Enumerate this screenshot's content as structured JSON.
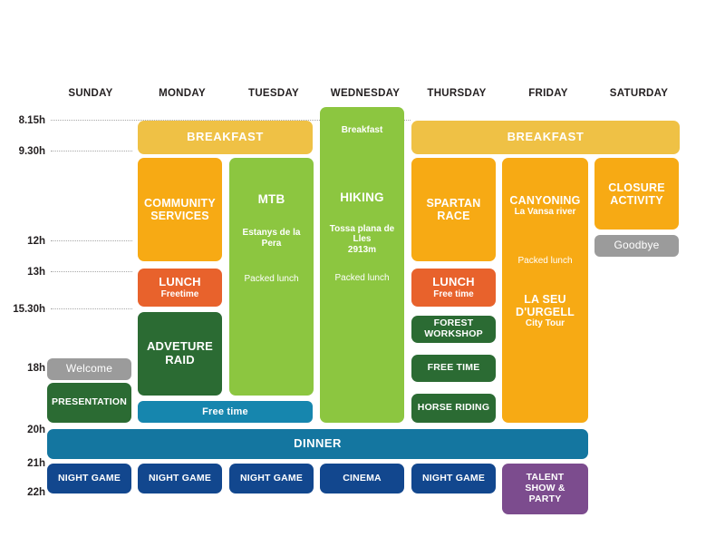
{
  "meta": {
    "title": "Weekly Activity Schedule",
    "type": "timetable"
  },
  "colors": {
    "breakfast": "#EFC145",
    "orange": "#F7AA14",
    "lunch": "#E8622C",
    "light_green": "#8CC640",
    "dark_green": "#2B6B33",
    "grey": "#9B9B9B",
    "teal": "#1686AE",
    "dinner_blue": "#1476A0",
    "night_blue": "#12478E",
    "purple": "#7C4C8E",
    "text_dark": "#231F20",
    "leader_line": "#A8A8A8"
  },
  "days": [
    {
      "id": "sunday",
      "label": "SUNDAY"
    },
    {
      "id": "monday",
      "label": "MONDAY"
    },
    {
      "id": "tuesday",
      "label": "TUESDAY"
    },
    {
      "id": "wednesday",
      "label": "WEDNESDAY"
    },
    {
      "id": "thursday",
      "label": "THURSDAY"
    },
    {
      "id": "friday",
      "label": "FRIDAY"
    },
    {
      "id": "saturday",
      "label": "SATURDAY"
    }
  ],
  "times": [
    {
      "id": "t0815",
      "label": "8.15h"
    },
    {
      "id": "t0930",
      "label": "9.30h"
    },
    {
      "id": "t1200",
      "label": "12h"
    },
    {
      "id": "t1300",
      "label": "13h"
    },
    {
      "id": "t1530",
      "label": "15.30h"
    },
    {
      "id": "t1800",
      "label": "18h"
    },
    {
      "id": "t2000",
      "label": "20h"
    },
    {
      "id": "t2100",
      "label": "21h"
    },
    {
      "id": "t2200",
      "label": "22h"
    }
  ],
  "blocks": {
    "breakfast_left": {
      "title": "BREAKFAST"
    },
    "breakfast_right": {
      "title": "BREAKFAST"
    },
    "wed_breakfast": {
      "title": "Breakfast"
    },
    "mon_community": {
      "title": "COMMUNITY SERVICES"
    },
    "mon_lunch": {
      "title": "LUNCH",
      "sub": "Freetime"
    },
    "mon_adventure": {
      "title": "ADVETURE RAID"
    },
    "tue_mtb": {
      "title": "MTB",
      "sub": "Estanys de la Pera",
      "note": "Packed lunch"
    },
    "wed_hiking": {
      "title": "HIKING",
      "sub": "Tossa plana de Lles",
      "sub2": "2913m",
      "note": "Packed lunch"
    },
    "thu_spartan": {
      "title": "SPARTAN RACE"
    },
    "thu_lunch": {
      "title": "LUNCH",
      "sub": "Free time"
    },
    "thu_forest": {
      "title": "FOREST WORKSHOP"
    },
    "thu_freetime": {
      "title": "FREE TIME"
    },
    "thu_horse": {
      "title": "HORSE RIDING"
    },
    "fri_canyoning": {
      "title": "CANYONING",
      "sub": "La Vansa river",
      "note": "Packed lunch",
      "title2": "LA SEU D'URGELL",
      "sub2": "City Tour"
    },
    "sat_closure": {
      "title": "CLOSURE ACTIVITY"
    },
    "sat_goodbye": {
      "title": "Goodbye"
    },
    "sun_welcome": {
      "title": "Welcome"
    },
    "sun_presentation": {
      "title": "PRESENTATION"
    },
    "free_time_bar": {
      "title": "Free time"
    },
    "dinner": {
      "title": "DINNER"
    },
    "night_sun": {
      "title": "NIGHT GAME"
    },
    "night_mon": {
      "title": "NIGHT GAME"
    },
    "night_tue": {
      "title": "NIGHT GAME"
    },
    "night_wed": {
      "title": "CINEMA"
    },
    "night_thu": {
      "title": "NIGHT GAME"
    },
    "night_fri": {
      "title": "TALENT SHOW & PARTY"
    }
  }
}
